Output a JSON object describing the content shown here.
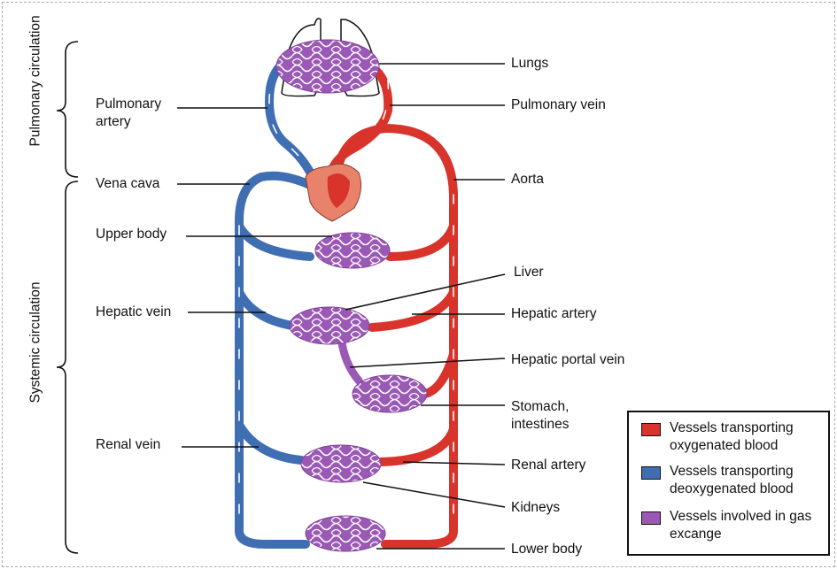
{
  "sections": {
    "pulmonary": "Pulmonary circulation",
    "systemic": "Systemic circulation"
  },
  "labels_left": {
    "pulmonary_artery": "Pulmonary artery",
    "vena_cava": "Vena cava",
    "upper_body": "Upper body",
    "hepatic_vein": "Hepatic vein",
    "renal_vein": "Renal vein"
  },
  "labels_right": {
    "lungs": "Lungs",
    "pulmonary_vein": "Pulmonary vein",
    "aorta": "Aorta",
    "liver": "Liver",
    "hepatic_artery": "Hepatic artery",
    "hepatic_portal_vein": "Hepatic portal vein",
    "stomach_intestines": "Stomach, intestines",
    "renal_artery": "Renal artery",
    "kidneys": "Kidneys",
    "lower_body": "Lower body"
  },
  "legend": [
    {
      "label": "Vessels transporting oxygenated blood",
      "color": "#d8342c"
    },
    {
      "label": "Vessels transporting deoxygenated blood",
      "color": "#3f6eb3"
    },
    {
      "label": "Vessels involved in gas excange",
      "color": "#9b59b6"
    }
  ],
  "colors": {
    "oxygenated": "#d8342c",
    "deoxygenated": "#3f6eb3",
    "exchange": "#9b59b6",
    "heart": "#e8826a"
  }
}
